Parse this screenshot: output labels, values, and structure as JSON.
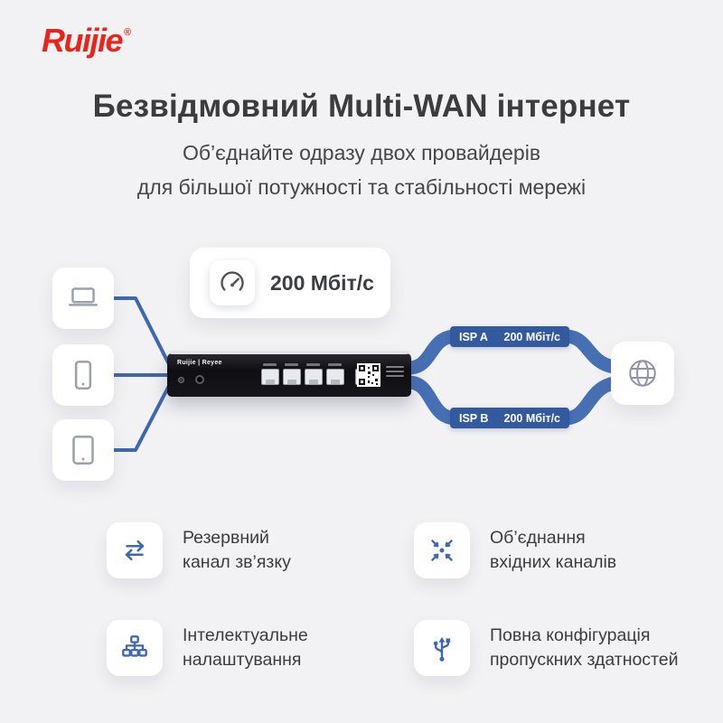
{
  "colors": {
    "brand_red": "#e8251c",
    "accent_blue": "#3f66b0",
    "ribbon_blue": "#33599f",
    "title_gray": "#3c3c3e",
    "background": "#f2f2f4"
  },
  "brand": {
    "logo_text": "Ruijie",
    "registered_mark": "®"
  },
  "header": {
    "title": "Безвідмовний Multi-WAN інтернет",
    "subtitle_line1": "Об’єднайте одразу двох провайдерів",
    "subtitle_line2": "для більшої потужності та стабільності мережі"
  },
  "diagram": {
    "speed_badge": {
      "icon": "speedometer-icon",
      "value": "200 Мбіт/с"
    },
    "devices": [
      "laptop-icon",
      "smartphone-icon",
      "tablet-icon"
    ],
    "router": {
      "brand": "Ruijie | Reyee"
    },
    "isp_a": {
      "name": "ISP A",
      "speed": "200 Мбіт/с"
    },
    "isp_b": {
      "name": "ISP B",
      "speed": "200 Мбіт/с"
    },
    "internet": "globe-icon"
  },
  "features": [
    {
      "icon": "swap-arrows-icon",
      "line1": "Резервний",
      "line2": "канал зв’язку"
    },
    {
      "icon": "merge-arrows-icon",
      "line1": "Об’єднання",
      "line2": "вхідних каналів"
    },
    {
      "icon": "network-tree-icon",
      "line1": "Інтелектуальне",
      "line2": "налаштування"
    },
    {
      "icon": "usb-branch-icon",
      "line1": "Повна конфігурація",
      "line2": "пропускних здатностей"
    }
  ]
}
